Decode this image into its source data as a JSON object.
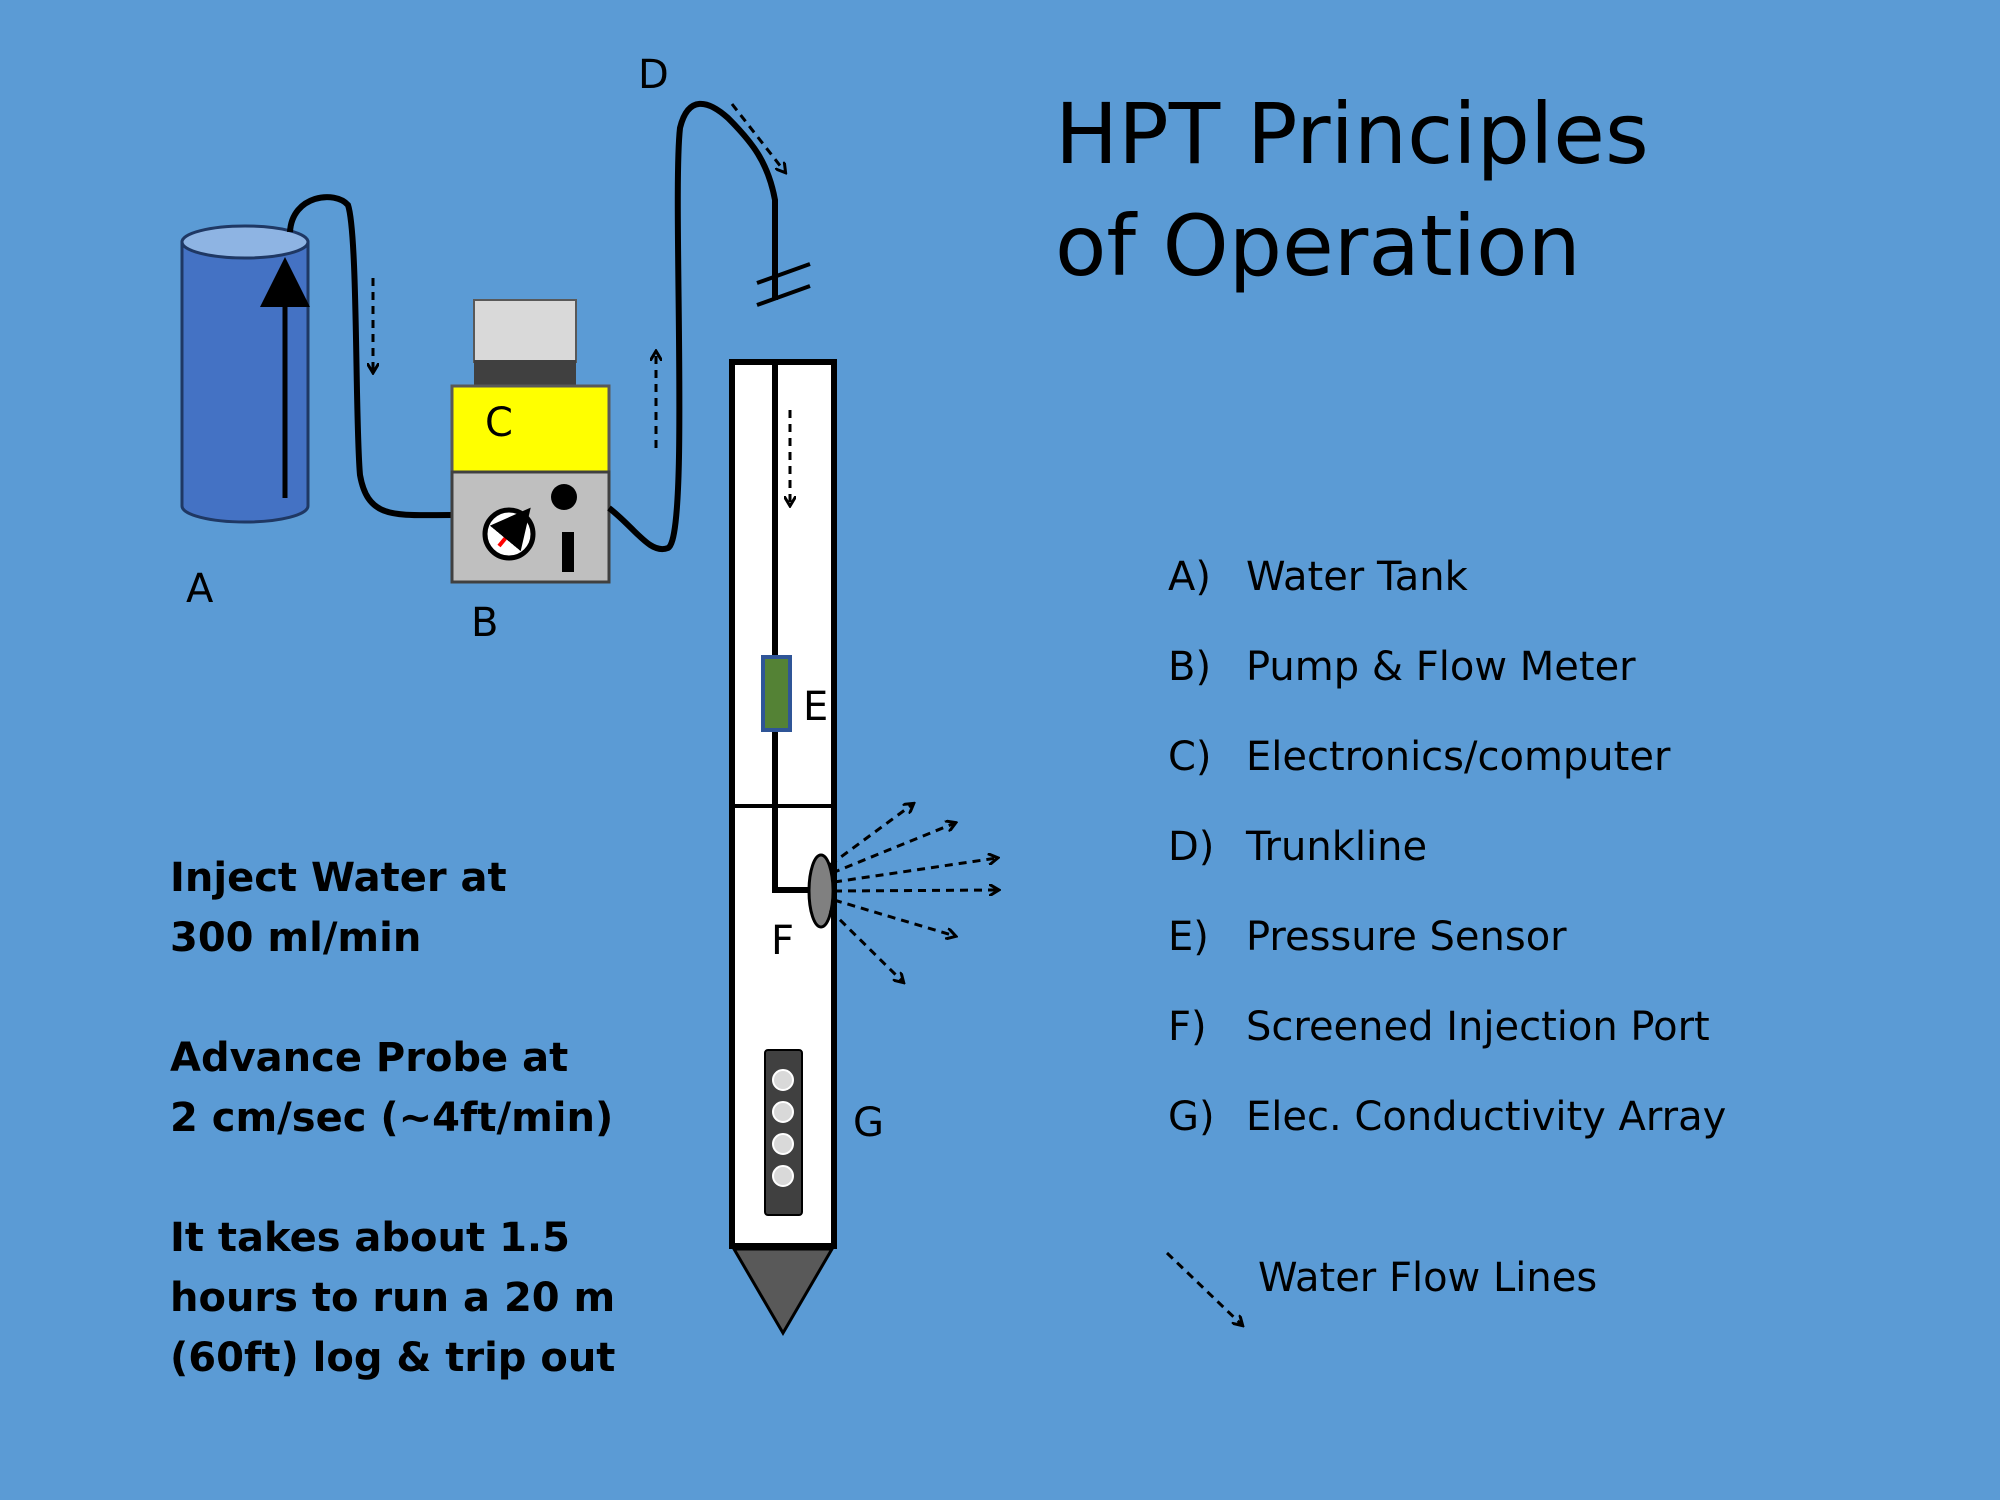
{
  "title": {
    "line1": "HPT Principles",
    "line2": "of Operation"
  },
  "diagram_labels": {
    "a": "A",
    "b": "B",
    "c": "C",
    "d": "D",
    "e": "E",
    "f": "F",
    "g": "G"
  },
  "legend": [
    {
      "letter": "A)",
      "text": "Water Tank"
    },
    {
      "letter": "B)",
      "text": "Pump & Flow Meter"
    },
    {
      "letter": "C)",
      "text": "Electronics/computer"
    },
    {
      "letter": "D)",
      "text": "Trunkline"
    },
    {
      "letter": "E)",
      "text": "Pressure Sensor"
    },
    {
      "letter": "F)",
      "text": "Screened Injection Port"
    },
    {
      "letter": "G)",
      "text": "Elec. Conductivity Array"
    }
  ],
  "flow_legend": "Water Flow Lines",
  "notes": {
    "inject_line1": "Inject Water at",
    "inject_line2": "300 ml/min",
    "advance_line1": "Advance Probe at",
    "advance_line2": "2 cm/sec (~4ft/min)",
    "time_line1": "It takes about 1.5",
    "time_line2": "hours to run a 20 m",
    "time_line3": "(60ft) log & trip out"
  },
  "colors": {
    "background": "#5b9bd5",
    "tank": "#4472c4",
    "electronics": "#ffff00",
    "pump": "#bfbfbf",
    "sensor": "#548235",
    "gauge_needle": "#ff0000"
  }
}
